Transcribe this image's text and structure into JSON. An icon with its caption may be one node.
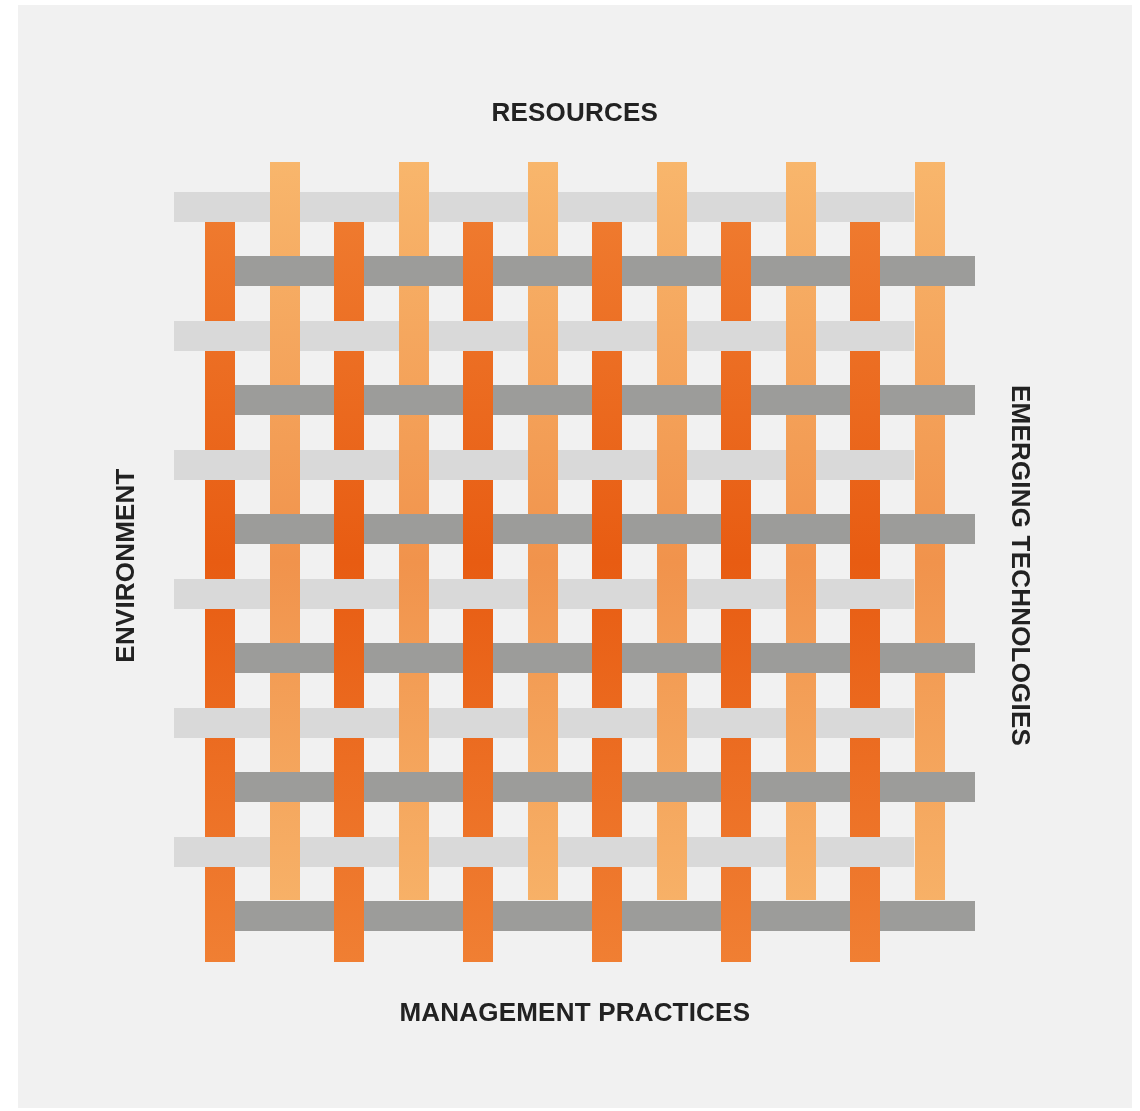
{
  "diagram": {
    "labels": [
      "RESOURCES",
      "ENVIRONMENT",
      "EMERGING TECHNOLOGIES",
      "MANAGEMENT PRACTICES"
    ]
  }
}
